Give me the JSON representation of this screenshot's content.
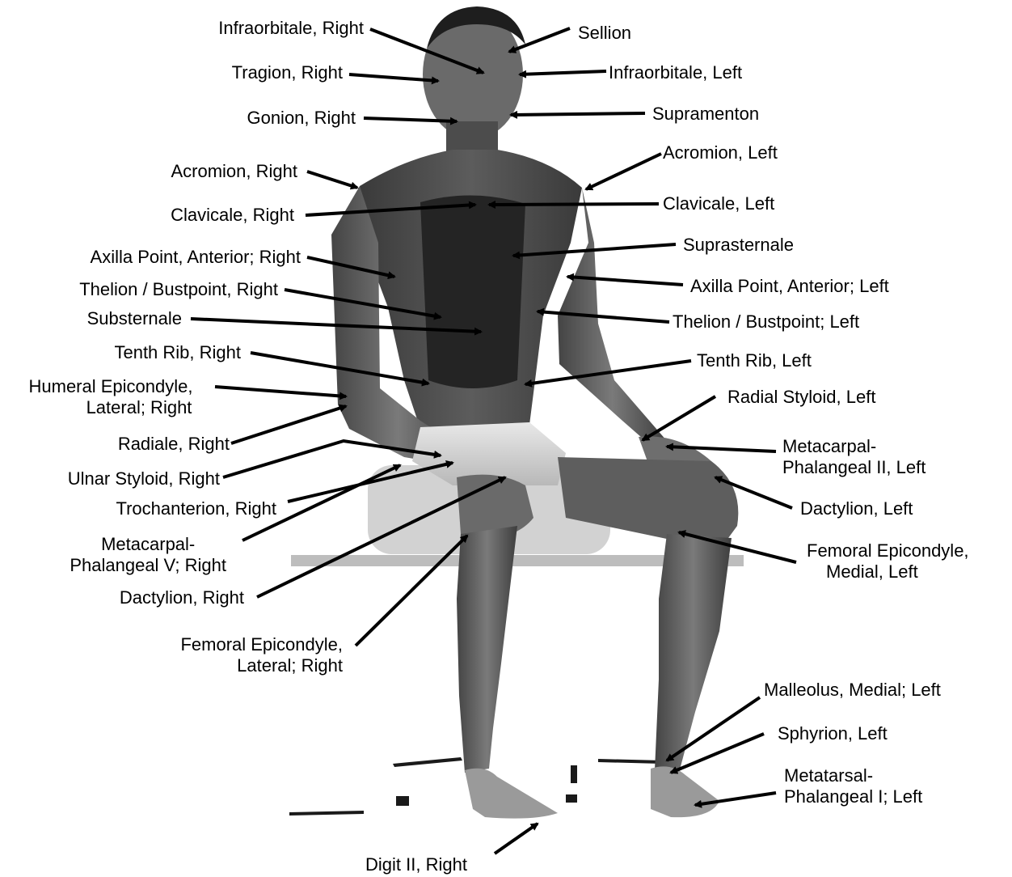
{
  "landmarks": {
    "infraorbitale_right": "Infraorbitale, Right",
    "sellion": "Sellion",
    "tragion_right": "Tragion, Right",
    "infraorbitale_left": "Infraorbitale, Left",
    "gonion_right": "Gonion, Right",
    "supramenton": "Supramenton",
    "acromion_right": "Acromion, Right",
    "acromion_left": "Acromion, Left",
    "clavicale_right": "Clavicale, Right",
    "clavicale_left": "Clavicale, Left",
    "suprasternale": "Suprasternale",
    "axilla_right": "Axilla Point, Anterior; Right",
    "axilla_left": "Axilla Point, Anterior; Left",
    "thelion_right": "Thelion / Bustpoint, Right",
    "substernale": "Substernale",
    "thelion_left": "Thelion / Bustpoint; Left",
    "tenth_rib_right": "Tenth Rib, Right",
    "tenth_rib_left": "Tenth Rib, Left",
    "humeral_line1": "Humeral Epicondyle,",
    "humeral_line2": "Lateral; Right",
    "radial_styloid_left": "Radial Styloid, Left",
    "radiale_right": "Radiale, Right",
    "mcp2_line1": "Metacarpal-",
    "mcp2_line2": "Phalangeal II, Left",
    "ulnar_styloid_right": "Ulnar Styloid, Right",
    "trochanterion_right": "Trochanterion, Right",
    "dactylion_left": "Dactylion, Left",
    "mcp5_line1": "Metacarpal-",
    "mcp5_line2": "Phalangeal V; Right",
    "fem_med_line1": "Femoral Epicondyle,",
    "fem_med_line2": "Medial, Left",
    "dactylion_right": "Dactylion, Right",
    "fem_lat_line1": "Femoral Epicondyle,",
    "fem_lat_line2": "Lateral; Right",
    "malleolus_left": "Malleolus, Medial; Left",
    "sphyrion_left": "Sphyrion, Left",
    "mtp1_line1": "Metatarsal-",
    "mtp1_line2": "Phalangeal I; Left",
    "digit2_right": "Digit II, Right"
  }
}
